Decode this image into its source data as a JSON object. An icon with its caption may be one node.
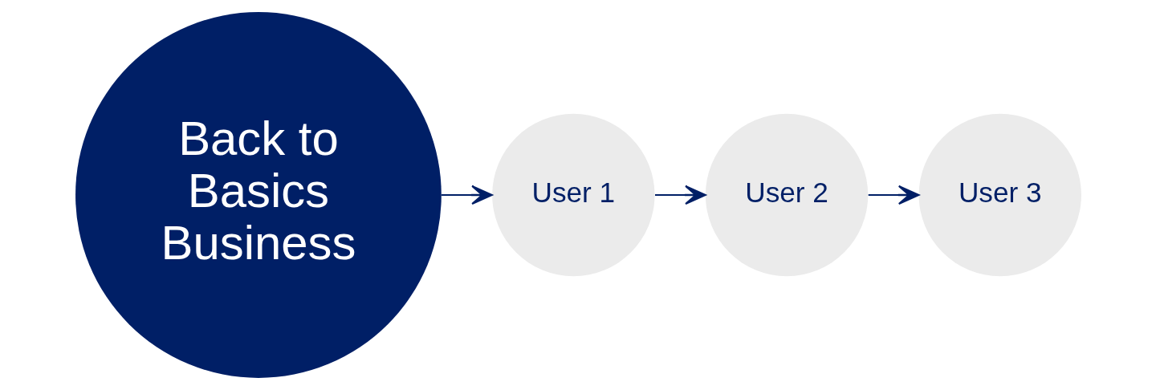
{
  "diagram": {
    "nodes": [
      {
        "text": [
          "Back to Basics Business"
        ]
      },
      {
        "text": [
          "User 1"
        ]
      },
      {
        "text": [
          "User 2"
        ]
      },
      {
        "text": [
          "User 3"
        ]
      }
    ],
    "edges": [
      {
        "from": 0,
        "to": 1,
        "arrow": "to"
      },
      {
        "from": 1,
        "to": 2,
        "arrow": "to"
      },
      {
        "from": 2,
        "to": 3,
        "arrow": "to"
      }
    ]
  }
}
